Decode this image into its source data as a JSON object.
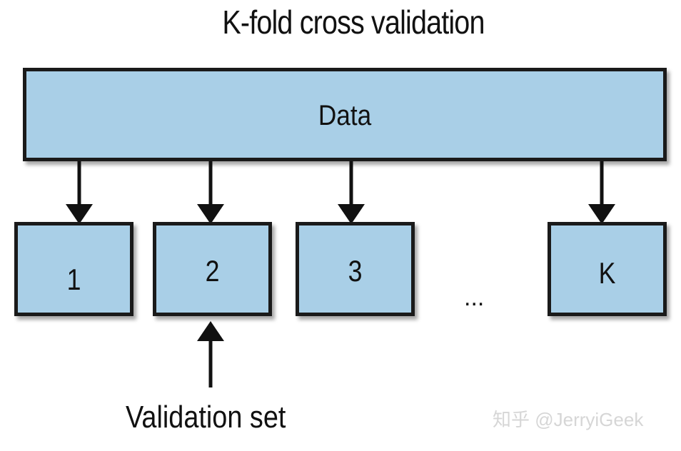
{
  "title": "K-fold cross validation",
  "data_block": {
    "label": "Data"
  },
  "folds": [
    {
      "label": "1"
    },
    {
      "label": "2"
    },
    {
      "label": "3"
    },
    {
      "label": "K"
    }
  ],
  "ellipsis": "...",
  "validation_label": "Validation set",
  "watermark": "知乎 @JerryiGeek",
  "colors": {
    "box_fill": "#a9cfe7",
    "box_border": "#1a1a1a",
    "text": "#111111",
    "watermark": "#d6d6d6"
  }
}
